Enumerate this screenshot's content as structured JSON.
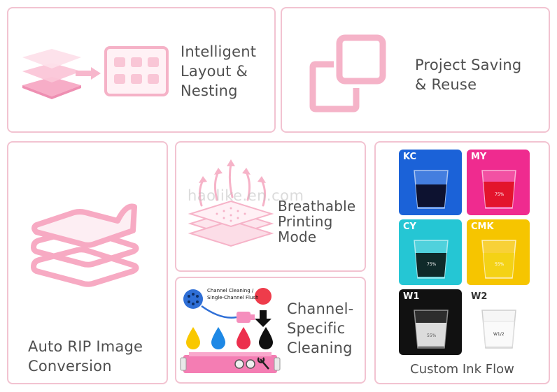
{
  "features": {
    "layout": {
      "line1": "Intelligent",
      "line2": "Layout &",
      "line3": "Nesting"
    },
    "project": {
      "line1": "Project Saving",
      "line2": "& Reuse"
    },
    "rip": {
      "line1": "Auto RIP Image",
      "line2": "Conversion"
    },
    "breath": {
      "line1": "Breathable",
      "line2": "Printing",
      "line3": "Mode"
    },
    "channel": {
      "line1": "Channel-",
      "line2": "Specific",
      "line3": "Cleaning",
      "diagram_label1": "Channel Cleaning /",
      "diagram_label2": "Single-Channel Flush"
    },
    "ink": {
      "caption": "Custom Ink Flow",
      "tiles": [
        {
          "code": "KC",
          "level": ""
        },
        {
          "code": "MY",
          "level": "75%"
        },
        {
          "code": "CY",
          "level": "75%"
        },
        {
          "code": "CMK",
          "level": "55%"
        },
        {
          "code": "W1",
          "level": "55%"
        },
        {
          "code": "W2",
          "level": "W1/2"
        }
      ]
    }
  },
  "watermark": "haolike.en.com",
  "colors": {
    "accent_pink": "#f2a7c0",
    "card_border": "#f2c3d1",
    "kc": "#1b62d8",
    "my": "#ef2b8f",
    "cy": "#25c6d4",
    "cmk": "#f6c500",
    "w1": "#111111",
    "w2": "#ffffff"
  },
  "icons": [
    "layers-icon",
    "arrow-right-icon",
    "grid-icon",
    "overlapping-squares-icon",
    "paper-stack-icon",
    "breathable-fabric-icon",
    "channel-cleaning-icon",
    "ink-drop-icon",
    "printhead-icon",
    "wrench-icon"
  ]
}
